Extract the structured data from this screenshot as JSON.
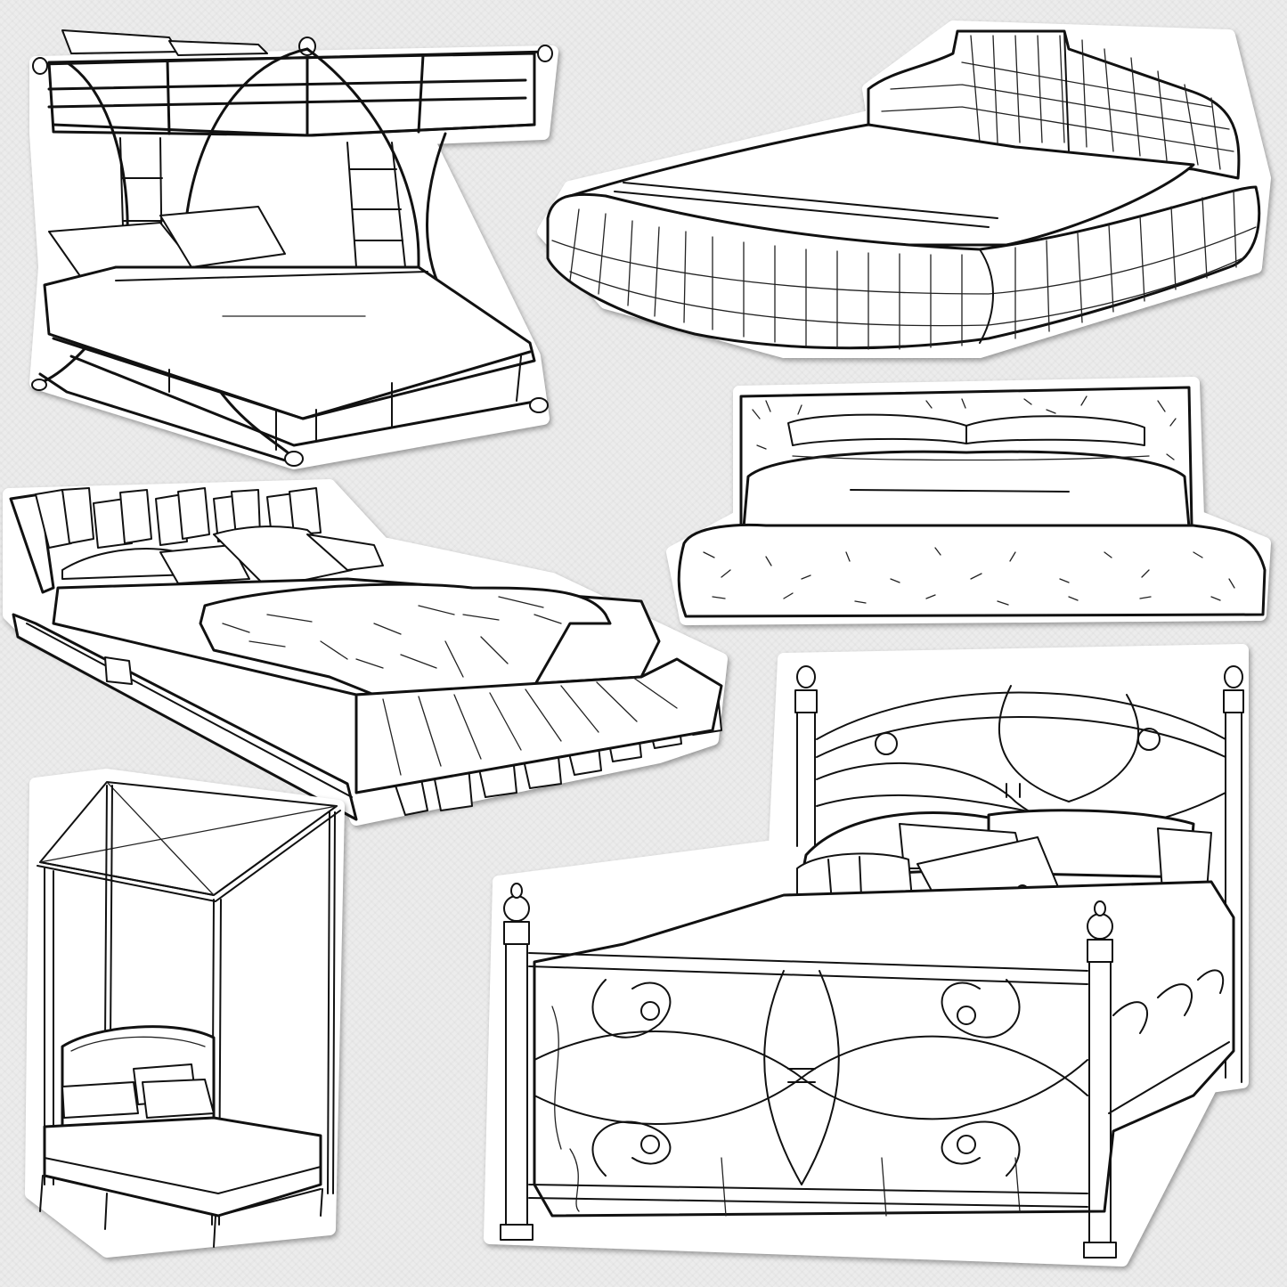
{
  "sheet": {
    "background_color": "#ececec",
    "line_color": "#111111",
    "fill_color": "#ffffff",
    "items": [
      {
        "name": "bunk-bed-illustration"
      },
      {
        "name": "round-tufted-bed-illustration"
      },
      {
        "name": "fur-platform-bed-illustration"
      },
      {
        "name": "slatted-wooden-bed-illustration"
      },
      {
        "name": "canopy-bed-illustration"
      },
      {
        "name": "wrought-iron-bed-illustration"
      }
    ]
  }
}
